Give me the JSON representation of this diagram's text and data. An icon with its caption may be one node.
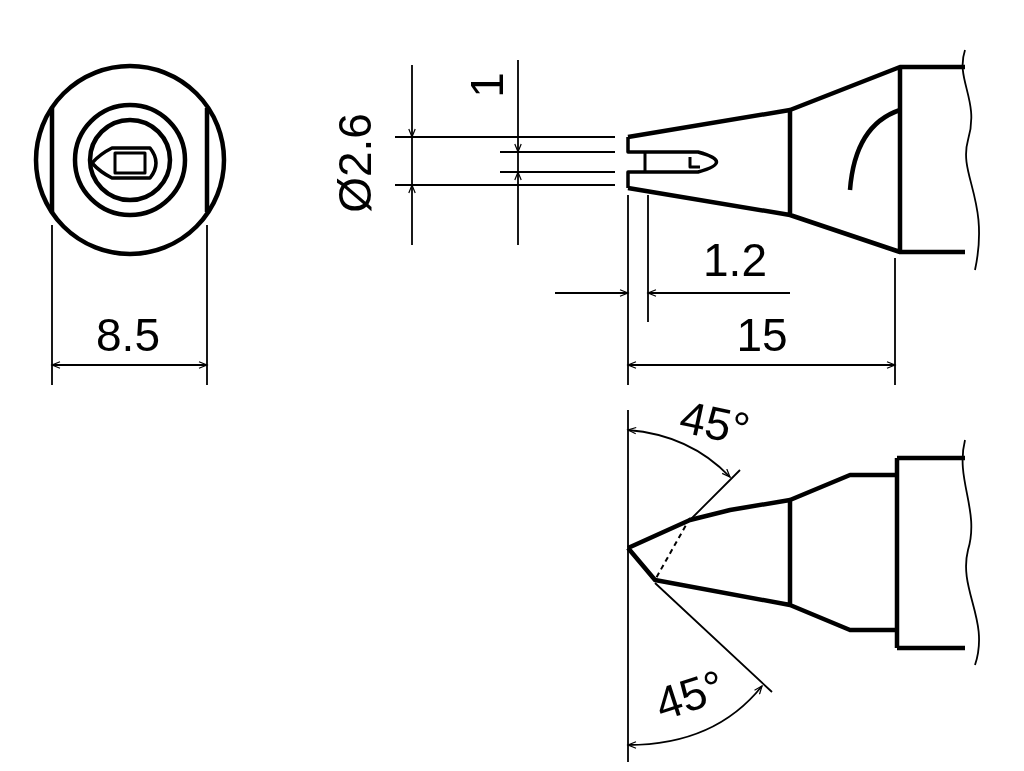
{
  "diagram": {
    "labels": [
      "Ø2.6",
      "1",
      "8.5",
      "1.2",
      "15",
      "45°",
      "45°"
    ]
  }
}
